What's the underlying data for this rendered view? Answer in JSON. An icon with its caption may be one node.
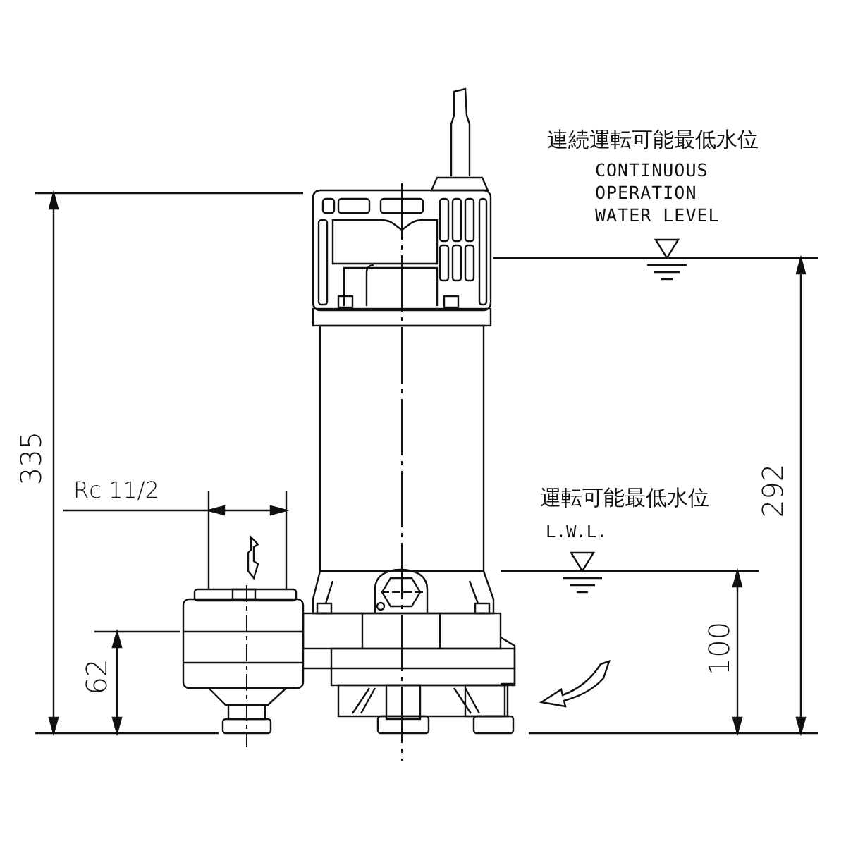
{
  "diagram": {
    "labels": [
      "連続運転可能最低水位",
      "CONTINUOUS OPERATION WATER LEVEL",
      "335",
      "Rc 11/2",
      "運転可能最低水位",
      "L.W.L.",
      "292",
      "100",
      "62"
    ]
  }
}
